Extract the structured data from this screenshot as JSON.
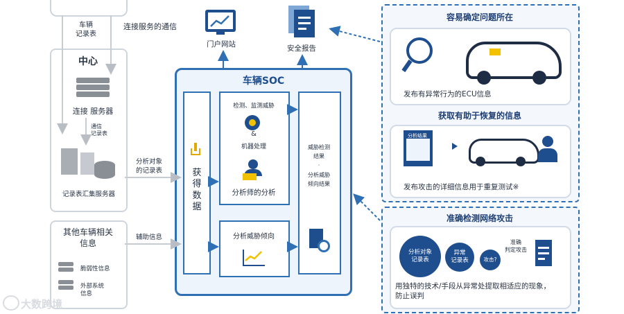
{
  "left": {
    "car_log_label": "车辆\n记录表",
    "comm_label": "连接服务的通信",
    "center_title": "中心",
    "connect_server": "连接 服务器",
    "comm_log": "通信\n记录表",
    "log_server": "记录表汇集服务器",
    "analysis_log": "分析对象\n的记录表",
    "other_title": "其他车辆相关\n信息",
    "aux_info": "辅助信息",
    "vuln_info": "脆弱性信息",
    "ext_info": "外部系统\n信息"
  },
  "top": {
    "portal": "门户网站",
    "security_report": "安全报告"
  },
  "soc": {
    "title": "车辆SOC",
    "acquire": "获\n得\n数\n据",
    "detect": "检测、监测威胁",
    "amp": "&",
    "machine": "机器处理",
    "analyst": "分析师的分析",
    "trend": "分析威胁倾向",
    "results": "威胁检测\n结果\n·\n分析威胁\n倾向结果"
  },
  "right_top": {
    "title": "容易确定问题所在",
    "ecu_caption": "发布有异常行为的ECU信息",
    "recover_title": "获取有助于恢复的信息",
    "doc_label": "分析结果",
    "attack_caption": "发布攻击的详细信息用于重复测试※"
  },
  "right_bottom": {
    "title": "准确检测网络攻击",
    "bubble1": "分析对象\n记录表",
    "bubble2": "异常\n记录表",
    "bubble3": "攻击?",
    "judge": "准确\n判定攻击",
    "caption": "用独特的技术/手段从异常处提取相适应的现象，\n防止误判"
  },
  "watermark": "大数跨境",
  "colors": {
    "soc_blue": "#2f6fb3",
    "navy": "#1f4e8f",
    "yellow": "#f2c200"
  }
}
